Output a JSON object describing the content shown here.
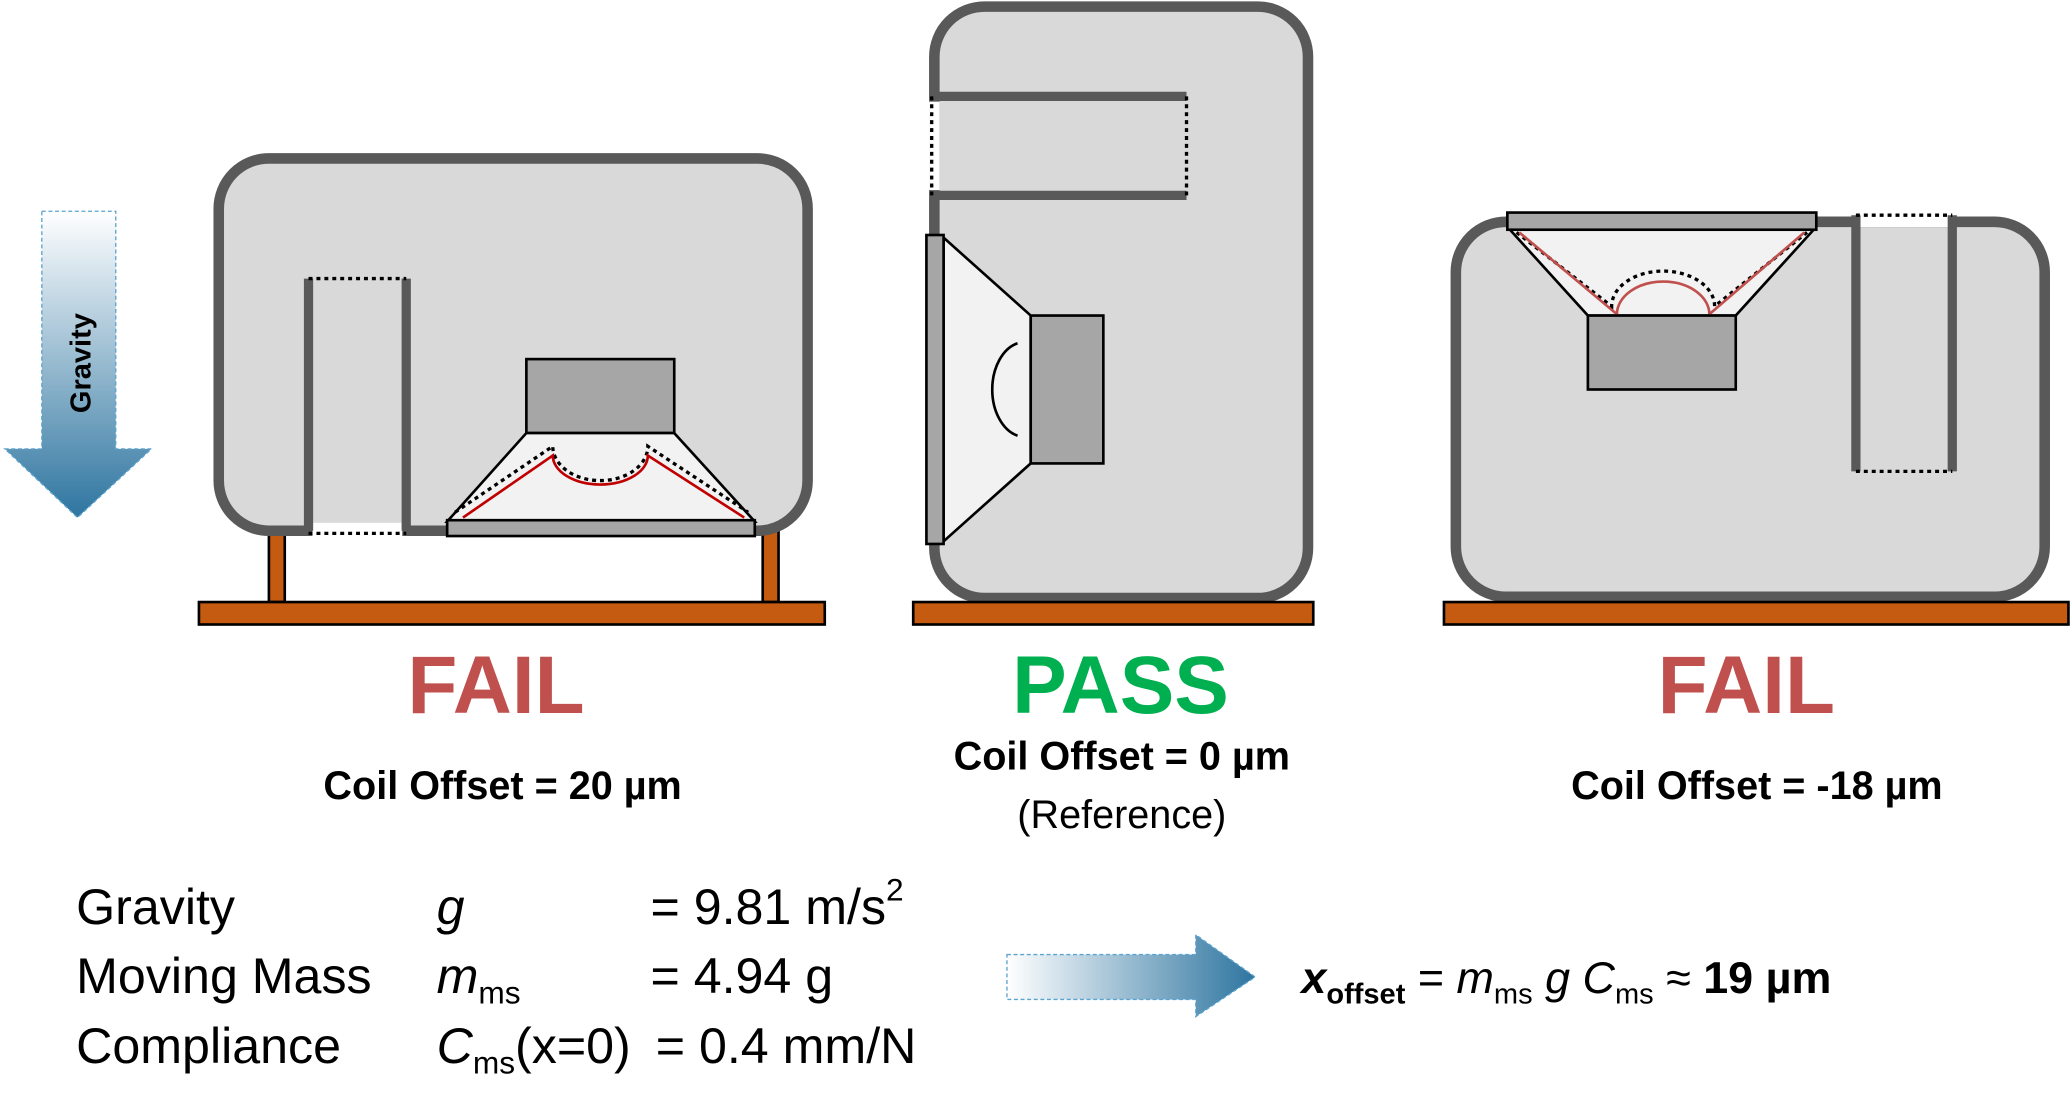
{
  "gravity_arrow_label": "Gravity",
  "cases": [
    {
      "verdict": "FAIL",
      "offset": "Coil Offset = 20 µm",
      "note": ""
    },
    {
      "verdict": "PASS",
      "offset": "Coil Offset = 0 µm",
      "note": "(Reference)"
    },
    {
      "verdict": "FAIL",
      "offset": "Coil Offset = -18 µm",
      "note": ""
    }
  ],
  "colors": {
    "fail": "#c0504d",
    "pass": "#00b050",
    "wood": "#c55a11",
    "cabinet": "#d9d9d9"
  },
  "parameters": [
    {
      "name": "Gravity",
      "symbol": "g",
      "symbol_sub": "",
      "symbol_suffix": "",
      "value": "= 9.81 m/s",
      "value_sup": "2"
    },
    {
      "name": "Moving Mass",
      "symbol": "m",
      "symbol_sub": "ms",
      "symbol_suffix": "",
      "value": "= 4.94 g",
      "value_sup": ""
    },
    {
      "name": "Compliance",
      "symbol": "C",
      "symbol_sub": "ms",
      "symbol_suffix": "(x=0)",
      "value": "= 0.4 mm/N",
      "value_sup": ""
    }
  ],
  "formula": {
    "lhs": "x",
    "lhs_sub": "offset",
    "eq": " = ",
    "m": "m",
    "m_sub": "ms",
    "g": " g ",
    "c": "C",
    "c_sub": "ms",
    "approx": " ≈ ",
    "result": "19 µm"
  }
}
